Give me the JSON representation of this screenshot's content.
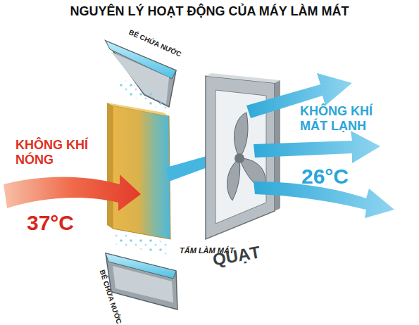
{
  "diagram": {
    "title": "NGUYÊN LÝ HOẠT ĐỘNG CỦA MÁY LÀM MÁT",
    "labels": [
      "BỂ CHỨA NƯỚC",
      "KHÔNG KHÍ NÓNG",
      "37°C",
      "TẤM LÀM MÁT",
      "BỂ CHỨA NƯỚC",
      "QUẠT",
      "KHÔNG KHÍ MÁT LẠNH",
      "26°C"
    ]
  }
}
